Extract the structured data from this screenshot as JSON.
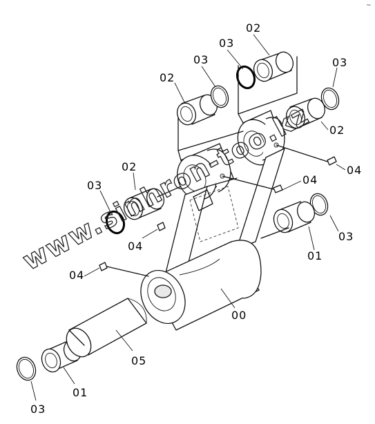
{
  "diagram": {
    "watermark": "www.sinhron-too.kz",
    "corner_mark": "~",
    "callouts": [
      "02",
      "03",
      "03",
      "02",
      "03",
      "02",
      "04",
      "04",
      "02",
      "03",
      "04",
      "03",
      "01",
      "04",
      "00",
      "05",
      "01",
      "03"
    ]
  }
}
